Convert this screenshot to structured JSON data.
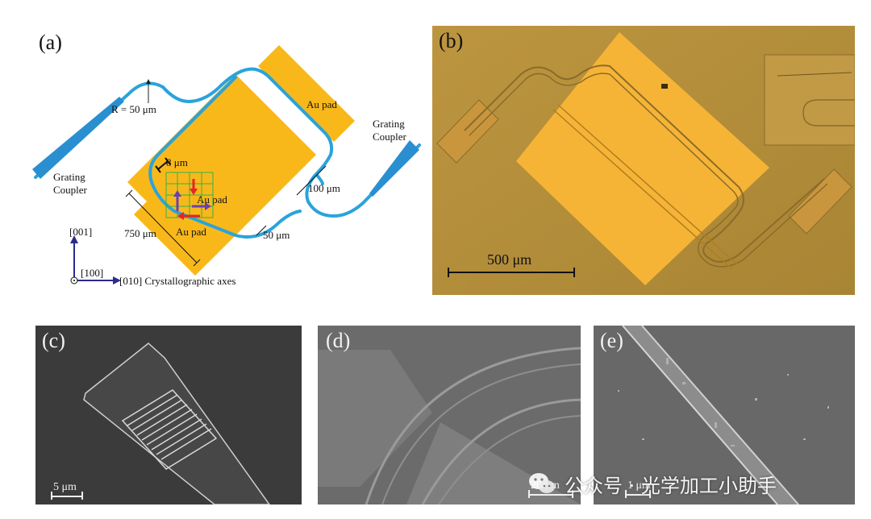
{
  "panels": {
    "a": {
      "label": "(a)",
      "radius_label": "R = 50 μm",
      "grating_coupler_left": [
        "Grating",
        "Coupler"
      ],
      "grating_coupler_right": [
        "Grating",
        "Coupler"
      ],
      "au_pad_top": "Au pad",
      "au_pad_center": "Au pad",
      "au_pad_bottom": "Au pad",
      "dim_8": "8 μm",
      "dim_100": "100 μm",
      "dim_50": "50 μm",
      "dim_750": "750 μm",
      "axis_001": "[001]",
      "axis_100": "[100]",
      "axis_010": "[010] Crystallographic axes",
      "colors": {
        "waveguide": "#2aa3dc",
        "pad": "#f9b81a",
        "grid": "#2fb34a",
        "arrow_red": "#e8222a",
        "arrow_purple": "#6a3fb0",
        "axis": "#2b2b8c"
      }
    },
    "b": {
      "label": "(b)",
      "scale_bar": "500 μm"
    },
    "c": {
      "label": "(c)",
      "scale_bar": "5 μm"
    },
    "d": {
      "label": "(d)",
      "scale_bar": "20 μm"
    },
    "e": {
      "label": "(e)",
      "scale_bar": "1 μm"
    }
  },
  "watermark": {
    "icon": "wechat-icon",
    "text": "公众号 · 光学加工小助手"
  }
}
